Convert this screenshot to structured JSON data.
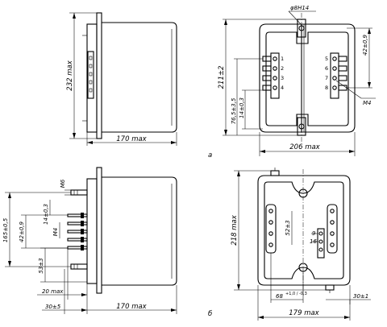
{
  "figure": {
    "view_a": {
      "label": "а",
      "side": {
        "height": "232 max",
        "width": "170 max"
      },
      "front": {
        "hole": "φ8Н14",
        "height": "211±2",
        "terminal_pitch": "42±0,9",
        "thread": "M4",
        "dim_a": "76,5±3,5",
        "dim_b": "14±0,3",
        "width": "206 max",
        "terminal_numbers": [
          "1",
          "2",
          "3",
          "4",
          "5",
          "6",
          "7",
          "8"
        ]
      }
    },
    "view_b": {
      "label": "б",
      "side": {
        "dia": "M6",
        "dim_165": "165±0,5",
        "dim_42": "42±0,9",
        "dim_14": "14±0,3",
        "dim_m4": "M4",
        "dim_53": "53±3",
        "dim_20": "20 max",
        "dim_30": "30±5",
        "width": "170 max"
      },
      "front": {
        "height": "218 max",
        "dim_52": "52±3",
        "dim_9": "9",
        "dim_16": "16",
        "dim_68": "68",
        "dim_68_tol": "+1,0 / -0,3",
        "width": "179 max",
        "dim_30": "30±1"
      }
    }
  }
}
